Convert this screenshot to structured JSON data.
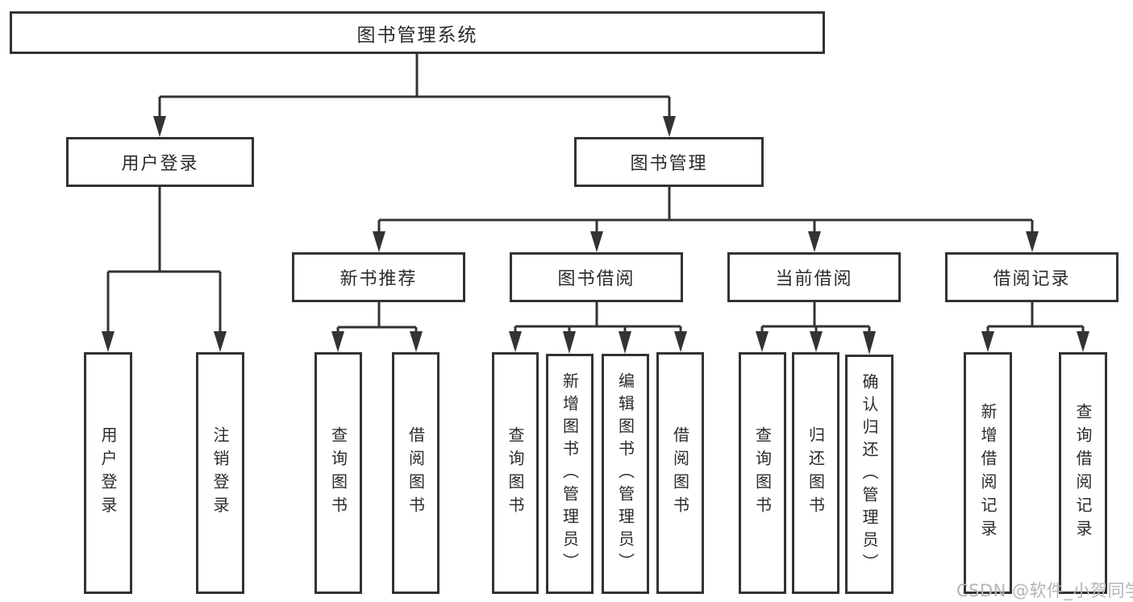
{
  "diagram_title": "图书管理系统",
  "tree": {
    "label": "图书管理系统",
    "children": [
      {
        "label": "用户登录",
        "children": [
          {
            "label": "用户登录"
          },
          {
            "label": "注销登录"
          }
        ]
      },
      {
        "label": "图书管理",
        "children": [
          {
            "label": "新书推荐",
            "children": [
              {
                "label": "查询图书"
              },
              {
                "label": "借阅图书"
              }
            ]
          },
          {
            "label": "图书借阅",
            "children": [
              {
                "label": "查询图书"
              },
              {
                "label": "新增图书（管理员）"
              },
              {
                "label": "编辑图书（管理员）"
              },
              {
                "label": "借阅图书"
              }
            ]
          },
          {
            "label": "当前借阅",
            "children": [
              {
                "label": "查询图书"
              },
              {
                "label": "归还图书"
              },
              {
                "label": "确认归还（管理员）"
              }
            ]
          },
          {
            "label": "借阅记录",
            "children": [
              {
                "label": "新增借阅记录"
              },
              {
                "label": "查询借阅记录"
              }
            ]
          }
        ]
      }
    ]
  },
  "watermark": {
    "text": "CSDN @软件_小贺同学"
  },
  "colors": {
    "line": "#333333",
    "box_border": "#333333",
    "text": "#2b2b2b",
    "watermark": "#b5b5b5",
    "background": "#ffffff"
  }
}
